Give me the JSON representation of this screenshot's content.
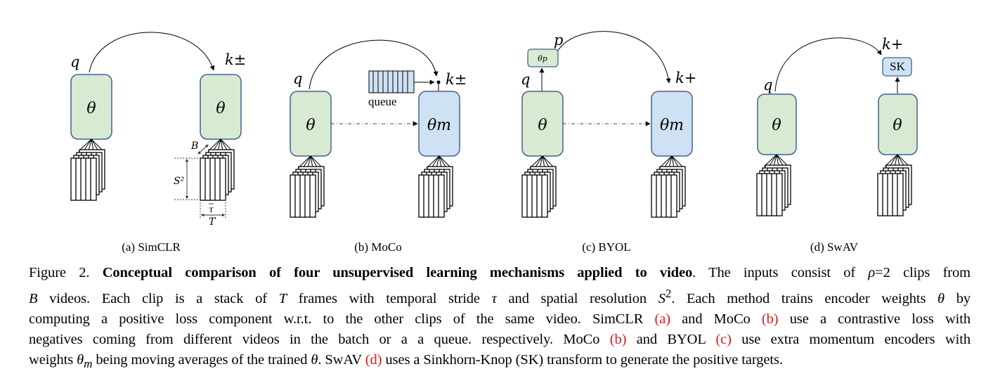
{
  "figure": {
    "colors": {
      "encoder_green": "#d9ead3",
      "momentum_blue": "#cfe2f3",
      "box_border": "#41628f",
      "reference_red": "#e8141a"
    },
    "panels": [
      {
        "id": "a",
        "subcaption": "(a) SimCLR",
        "query_label": "q",
        "key_label": "k±",
        "left_encoder": "θ",
        "right_encoder": "θ",
        "annotations": {
          "batch": "B",
          "spatial": "S²",
          "stride": "τ",
          "frames": "T"
        }
      },
      {
        "id": "b",
        "subcaption": "(b) MoCo",
        "query_label": "q",
        "key_label": "k±",
        "left_encoder": "θ",
        "right_encoder": "θm",
        "queue_label": "queue"
      },
      {
        "id": "c",
        "subcaption": "(c) BYOL",
        "query_label": "q",
        "predictor_output_label": "p",
        "predictor": "θp",
        "key_label": "k+",
        "left_encoder": "θ",
        "right_encoder": "θm"
      },
      {
        "id": "d",
        "subcaption": "(d) SwAV",
        "query_label": "q",
        "key_label": "k+",
        "left_encoder": "θ",
        "right_encoder": "θ",
        "transform": "SK"
      }
    ]
  },
  "caption": {
    "label": "Figure 2.",
    "title": "Conceptual comparison of four unsupervised learning mechanisms applied to video",
    "lines": [
      [
        "",
        ". The inputs consist of ",
        "ρ",
        "=2 clips from"
      ],
      [
        "B",
        " videos. Each clip is a stack of ",
        "T",
        " frames with temporal stride ",
        "τ",
        " and spatial resolution ",
        "S",
        "2",
        ". Each method trains encoder weights ",
        "θ",
        " by"
      ],
      [
        "computing a positive loss component w.r.t. to the other clips of the same video. SimCLR ",
        "(a)",
        " and MoCo ",
        "(b)",
        " use a contrastive loss with"
      ],
      [
        "negatives coming from different videos in the batch or a a queue. respectively. MoCo ",
        "(b)",
        " and BYOL ",
        "(c)",
        " use extra momentum encoders with"
      ],
      [
        "weights ",
        "θ",
        "m",
        " being moving averages of the trained ",
        "θ",
        ". SwAV ",
        "(d)",
        " uses a Sinkhorn-Knop (SK) transform to generate the positive targets."
      ]
    ]
  }
}
